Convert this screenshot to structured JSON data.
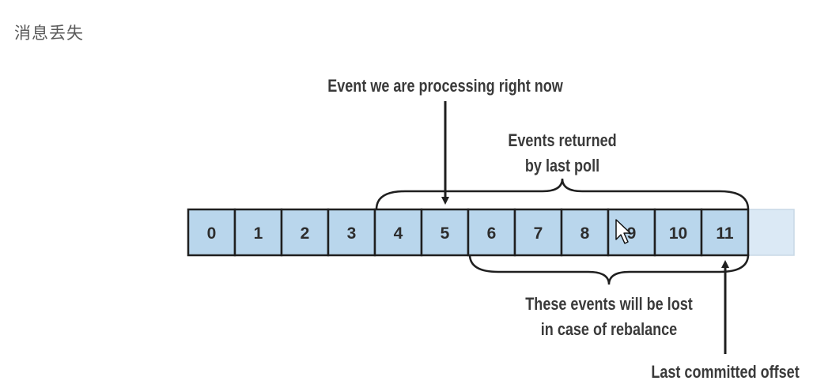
{
  "page": {
    "title": "消息丢失"
  },
  "diagram": {
    "cells": [
      "0",
      "1",
      "2",
      "3",
      "4",
      "5",
      "6",
      "7",
      "8",
      "9",
      "10",
      "11"
    ],
    "colors": {
      "cell_fill": "#b9d6ec",
      "empty_fill": "#dbe9f5",
      "stroke": "#1f1f1f",
      "text": "#3a3a3a"
    },
    "labels": {
      "processing": "Event we are processing right now",
      "returned_line1": "Events returned",
      "returned_line2": "by last poll",
      "lost_line1": "These events will be lost",
      "lost_line2": "in case of rebalance",
      "committed": "Last committed offset"
    },
    "cursor_icon": "mouse-pointer-icon"
  }
}
